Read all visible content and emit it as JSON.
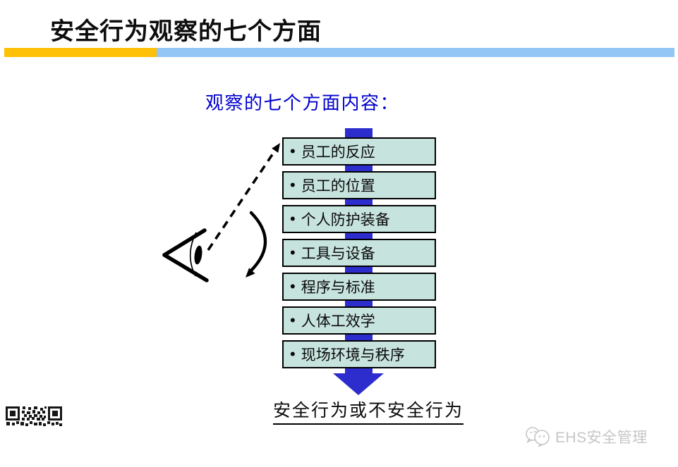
{
  "slide": {
    "title": "安全行为观察的七个方面",
    "subtitle": "观察的七个方面内容：",
    "bullet": "•",
    "items": [
      "员工的反应",
      "员工的位置",
      "个人防护装备",
      "工具与设备",
      "程序与标准",
      "人体工效学",
      "现场环境与秩序"
    ],
    "footer_label": "安全行为或不安全行为",
    "watermark": "EHS安全管理",
    "icons": {
      "observer": "eye-icon",
      "observe_line": "dashed-arrow-icon",
      "scan_motion": "curved-arrow-icon",
      "flow": "down-arrow-icon",
      "qr": "qr-code",
      "logo": "wechat-chat-bubbles-icon"
    },
    "colors": {
      "bar_yellow": "#FFC107",
      "bar_blue": "#93C6F5",
      "arrow_blue": "#2D2DCD",
      "box_fill": "#C7E3DE",
      "box_border": "#000000",
      "subtitle_blue": "#0000CC",
      "title_black": "#0D0D0D",
      "watermark_gray": "#C6C6C6"
    }
  }
}
